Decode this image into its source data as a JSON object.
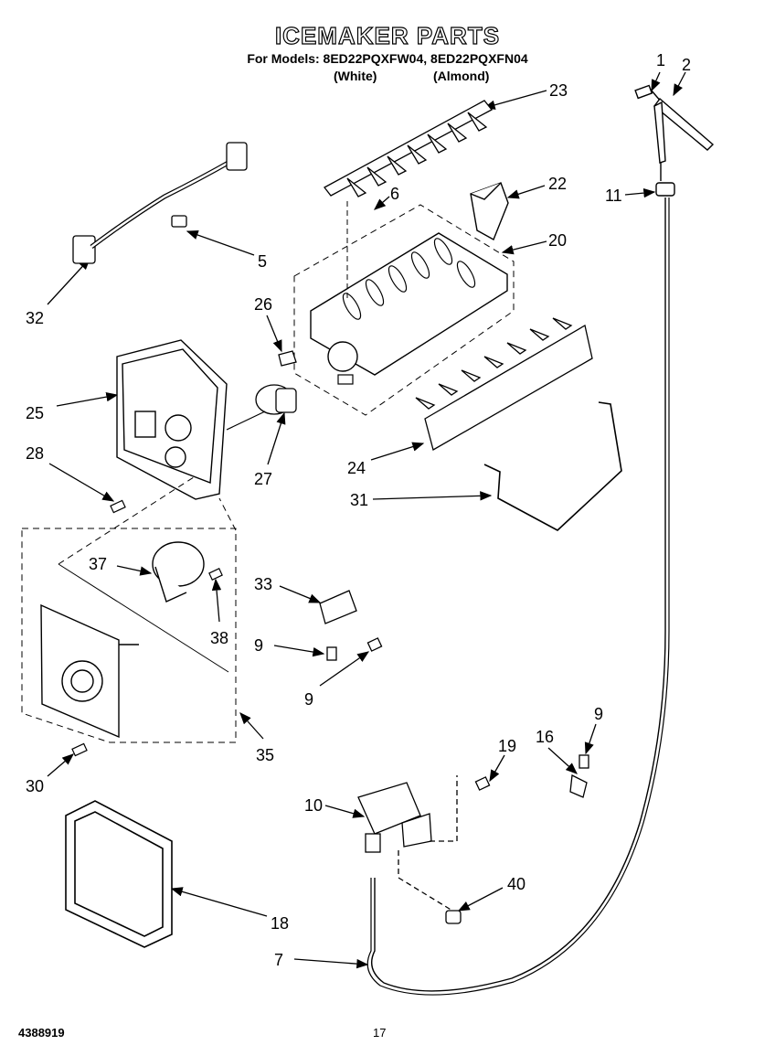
{
  "header": {
    "title": "ICEMAKER PARTS",
    "models_line": "For Models: 8ED22PQXFW04, 8ED22PQXFN04",
    "variant_white": "(White)",
    "variant_almond": "(Almond)"
  },
  "callouts": {
    "c1": "1",
    "c2": "2",
    "c23": "23",
    "c6": "6",
    "c22": "22",
    "c11": "11",
    "c20": "20",
    "c5": "5",
    "c32": "32",
    "c26": "26",
    "c25": "25",
    "c28": "28",
    "c27": "27",
    "c24": "24",
    "c31": "31",
    "c37": "37",
    "c33": "33",
    "c38": "38",
    "c9a": "9",
    "c9b": "9",
    "c9c": "9",
    "c35": "35",
    "c30": "30",
    "c19": "19",
    "c16": "16",
    "c10": "10",
    "c40": "40",
    "c18": "18",
    "c7": "7"
  },
  "footer": {
    "doc_id": "4388919",
    "page_number": "17"
  }
}
